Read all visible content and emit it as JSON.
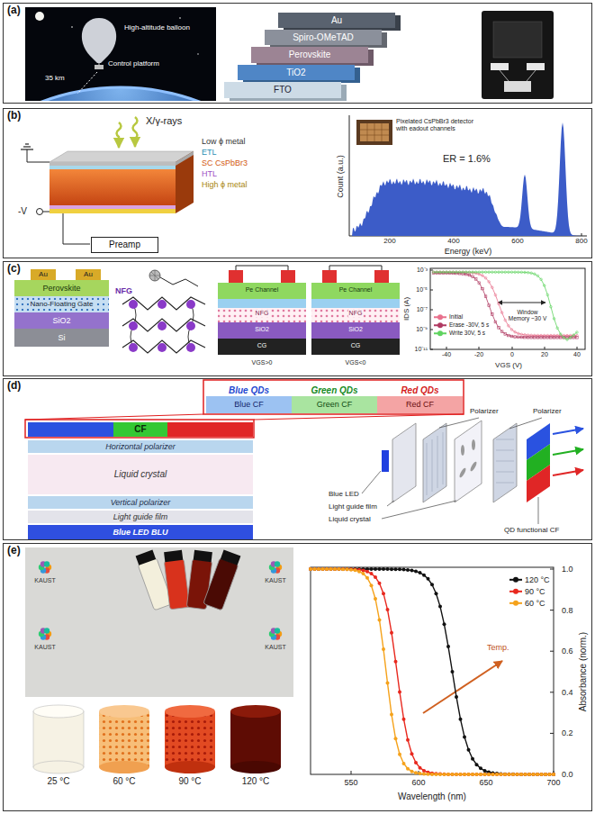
{
  "diagram": {
    "nodes": [
      {
        "text": [
          "(a)"
        ]
      },
      {
        "text": [
          "Au"
        ],
        "in": 0
      },
      {
        "text": [
          "Spiro-OMeTAD"
        ],
        "in": 0
      },
      {
        "text": [
          "Perovskite"
        ],
        "in": 0
      },
      {
        "text": [
          "TiO2"
        ],
        "in": 0
      },
      {
        "text": [
          "FTO"
        ],
        "in": 0
      },
      {
        "text": [
          "(b)"
        ]
      },
      {
        "text": [
          "Preamp"
        ],
        "in": 6
      },
      {
        "text": [
          "(c)"
        ]
      },
      {
        "text": [
          "Au"
        ],
        "in": 8
      },
      {
        "text": [
          "Au"
        ],
        "in": 8
      },
      {
        "text": [
          "Perovskite"
        ],
        "in": 8
      },
      {
        "text": [
          "Nano-Floating Gate"
        ],
        "in": 8
      },
      {
        "text": [
          "SiO2"
        ],
        "in": 8
      },
      {
        "text": [
          "Si"
        ],
        "in": 8
      },
      {
        "text": [
          "(d)"
        ]
      },
      {
        "text": [
          "CF"
        ],
        "in": 15
      },
      {
        "text": [
          "Horizontal polarizer"
        ],
        "in": 15
      },
      {
        "text": [
          "Liquid crystal"
        ],
        "in": 15
      },
      {
        "text": [
          "Vertical polarizer"
        ],
        "in": 15
      },
      {
        "text": [
          "Light guide film"
        ],
        "in": 15
      },
      {
        "text": [
          "Blue LED BLU"
        ],
        "in": 15
      },
      {
        "text": [
          "Blue QDs",
          "Blue CF"
        ],
        "in": 15
      },
      {
        "text": [
          "Green QDs",
          "Green CF"
        ],
        "in": 15
      },
      {
        "text": [
          "Red QDs",
          "Red CF"
        ],
        "in": 15
      },
      {
        "text": [
          "(e)"
        ]
      }
    ],
    "labels": [
      "High-altitude balloon",
      "Control platform",
      "35 km",
      "X/γ-rays",
      "Low ϕ metal",
      "ETL",
      "SC CsPbBr3",
      "HTL",
      "High ϕ metal",
      "-V",
      "Pixelated CsPbBr3 detector with eadout channels",
      "ER = 1.6%",
      "Count (a.u.)",
      "Energy (keV)",
      "200",
      "400",
      "600",
      "800",
      "NFG",
      "Pe Channel",
      "NFG",
      "SiO2",
      "CG",
      "Pe Channel",
      "NFG",
      "SiO2",
      "CG",
      "VGS>0",
      "VGS<0",
      "IDS (A)",
      "VGS (V)",
      "10⁻³",
      "10⁻⁵",
      "10⁻⁷",
      "10⁻⁹",
      "10⁻¹¹",
      "-40",
      "-20",
      "0",
      "20",
      "40",
      "Window Memory ~30 V",
      "Polarizer",
      "Polarizer",
      "Blue LED",
      "Light guide film",
      "Liquid crystal",
      "QD functional CF",
      "KAUST",
      "KAUST",
      "KAUST",
      "KAUST",
      "25 °C",
      "60 °C",
      "90 °C",
      "120 °C",
      "Temp.",
      "Absorbance (norm.)",
      "Wavelength (nm)",
      "550",
      "600",
      "650",
      "700",
      "0.0",
      "0.2",
      "0.4",
      "0.6",
      "0.8",
      "1.0"
    ],
    "legend": [
      {
        "text": "Initial",
        "color": "#e8708c"
      },
      {
        "text": "Erase -30V, 5 s",
        "color": "#b03a62"
      },
      {
        "text": "Write 30V, 5 s",
        "color": "#5fd35f"
      },
      {
        "text": "120 °C",
        "color": "#111111"
      },
      {
        "text": "90 °C",
        "color": "#e8281e"
      },
      {
        "text": "60 °C",
        "color": "#f5a21b"
      }
    ]
  }
}
